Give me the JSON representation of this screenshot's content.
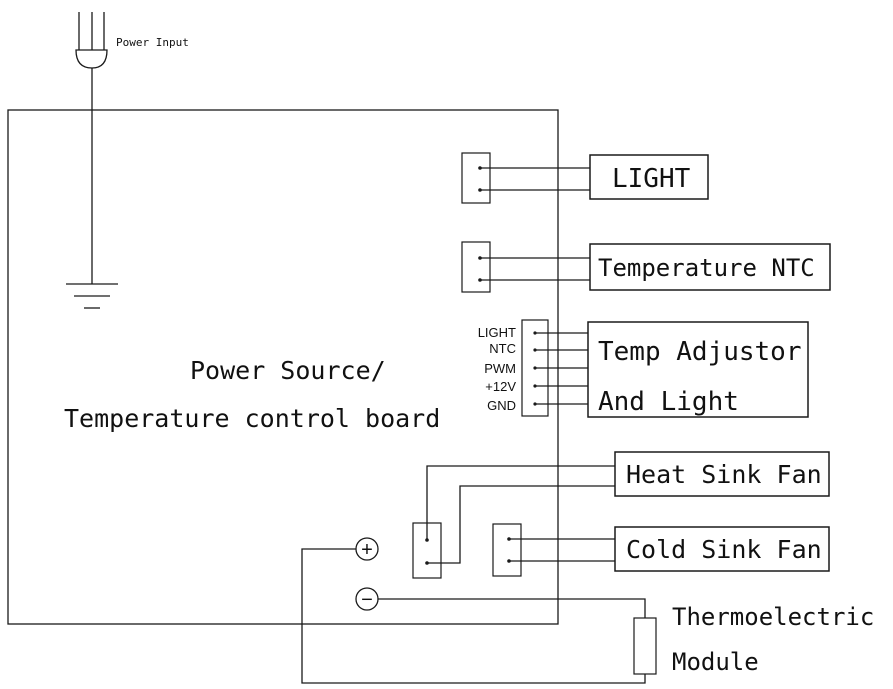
{
  "power_input_label": "Power Input",
  "board_label_line1": "Power Source/",
  "board_label_line2": "Temperature control board",
  "components": {
    "light": "LIGHT",
    "temperature_ntc": "Temperature NTC",
    "temp_adjustor_line1": "Temp Adjustor",
    "temp_adjustor_line2": "And Light",
    "heat_sink_fan": "Heat Sink Fan",
    "cold_sink_fan": "Cold Sink Fan",
    "thermoelectric_line1": "Thermoelectric",
    "thermoelectric_line2": "Module"
  },
  "connector_pins": [
    "LIGHT",
    "NTC",
    "PWM",
    "+12V",
    "GND"
  ],
  "terminals": {
    "positive": "+",
    "negative": "−"
  }
}
